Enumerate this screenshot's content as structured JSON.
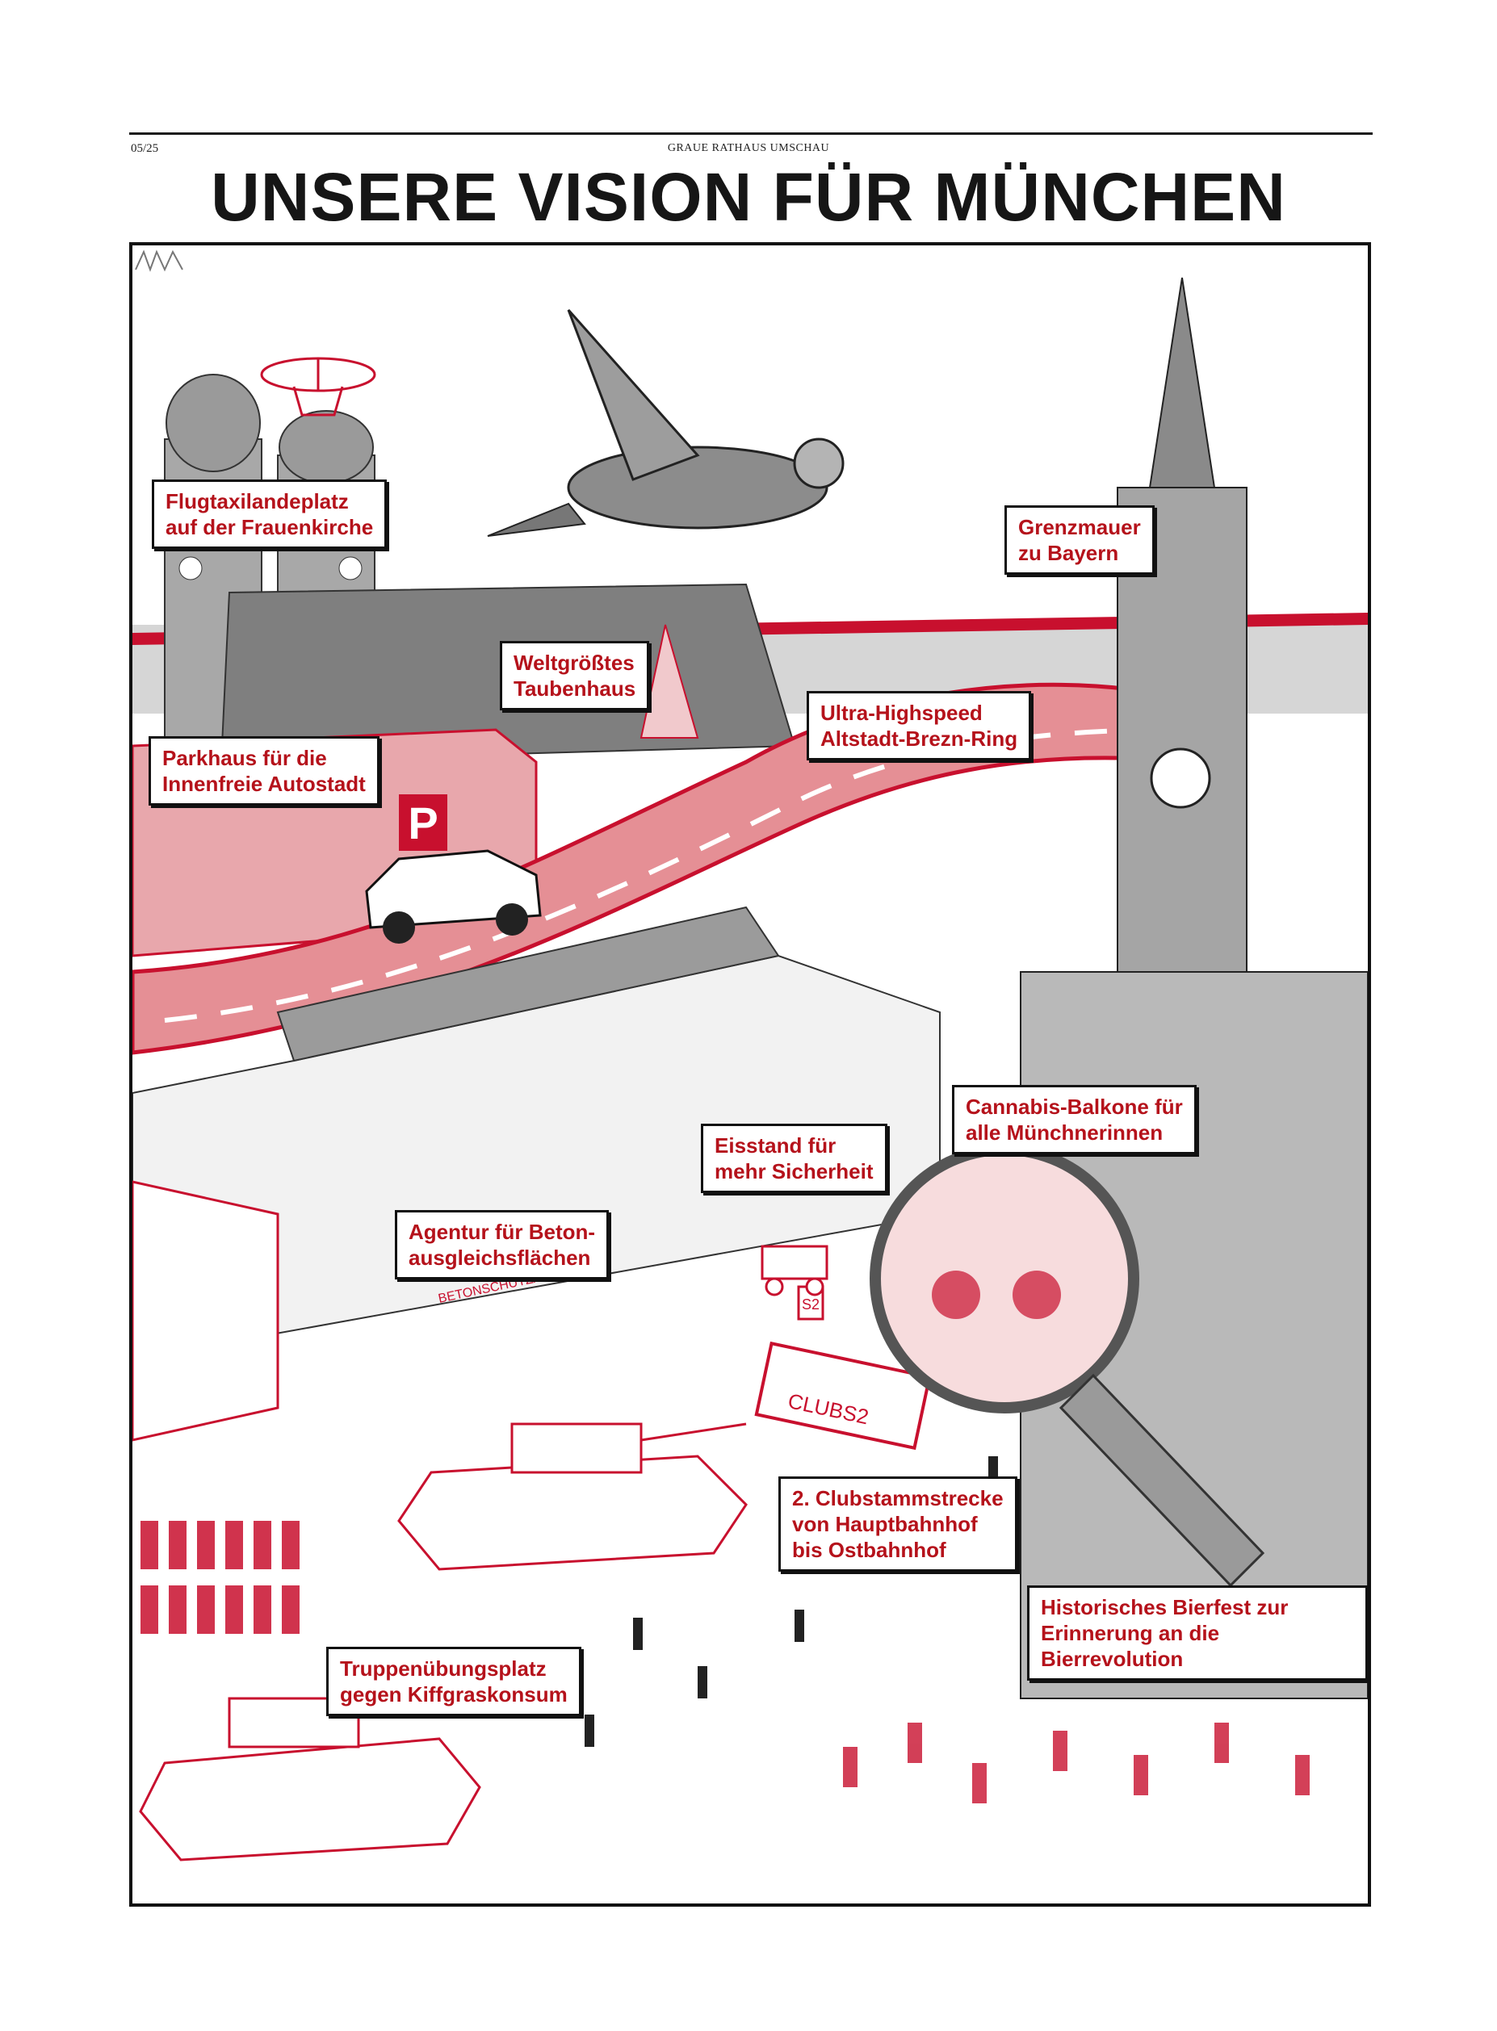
{
  "header": {
    "issue": "05/25",
    "publication": "GRAUE RATHAUS UMSCHAU",
    "headline": "UNSERE VISION FÜR MÜNCHEN"
  },
  "labels": {
    "flugtaxi": "Flugtaxilandeplatz\nauf der Frauenkirche",
    "grenzmauer": "Grenzmauer\nzu Bayern",
    "taubenhaus": "Weltgrößtes\nTaubenhaus",
    "ring": "Ultra-Highspeed\nAltstadt-Brezn-Ring",
    "parkhaus": "Parkhaus für die\nInnenfreie Autostadt",
    "cannabis": "Cannabis-Balkone für\nalle Münchnerinnen",
    "eisstand": "Eisstand für\nmehr Sicherheit",
    "beton": "Agentur für Beton-\nausgleichsflächen",
    "clubs": "2. Clubstammstrecke\nvon Hauptbahnhof\nbis Ostbahnhof",
    "bierfest": "Historisches Bierfest zur\nErinnerung an die Bierrevolution",
    "truppen": "Truppenübungsplatz\ngegen Kiffgraskonsum"
  },
  "signs": {
    "parking": "P",
    "betonschutz": "BETONSCHUTZAGENTUR",
    "clubs_sign": "CLUBS2",
    "s2": "S2"
  },
  "colors": {
    "accent": "#c8102e",
    "road": "#e58f95",
    "roof": "#8d8d8d"
  }
}
